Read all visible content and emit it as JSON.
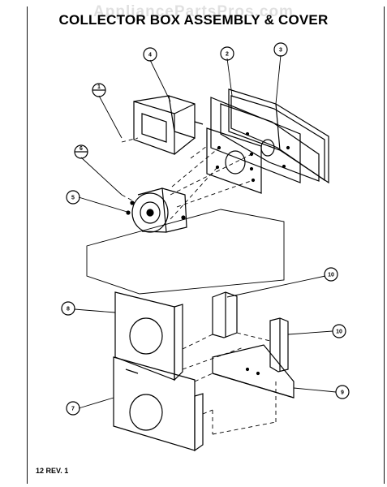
{
  "watermark": "AppliancePartsPros.com",
  "title": "COLLECTOR BOX ASSEMBLY & COVER",
  "footer": "12 REV. 1",
  "callouts": [
    {
      "id": "c1",
      "label": "1"
    },
    {
      "id": "c2",
      "label": "2"
    },
    {
      "id": "c3",
      "label": "3"
    },
    {
      "id": "c4",
      "label": "4"
    },
    {
      "id": "c5",
      "label": "5"
    },
    {
      "id": "c6",
      "label": "6"
    },
    {
      "id": "c7",
      "label": "7"
    },
    {
      "id": "c8",
      "label": "8"
    },
    {
      "id": "c9",
      "label": "9"
    },
    {
      "id": "c10a",
      "label": "10"
    },
    {
      "id": "c10b",
      "label": "10"
    }
  ]
}
